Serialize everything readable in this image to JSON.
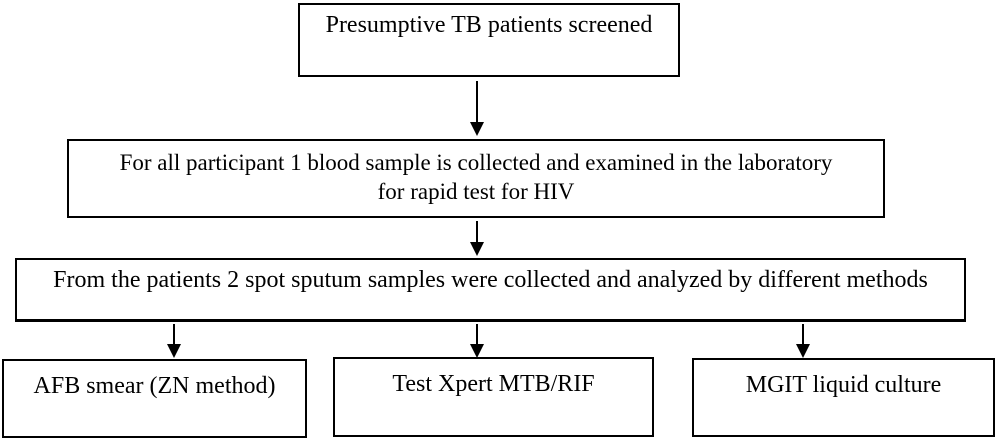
{
  "colors": {
    "border": "#000000",
    "text": "#000000",
    "background": "#ffffff",
    "arrow": "#000000"
  },
  "flowchart": {
    "nodes": [
      {
        "id": "presumptive-screened",
        "lines": [
          "Presumptive TB patients screened"
        ]
      },
      {
        "id": "blood-sample-hiv",
        "lines": [
          "For all participant 1 blood sample is collected and examined in the laboratory",
          "for rapid test for HIV"
        ]
      },
      {
        "id": "sputum-samples",
        "lines": [
          "From the patients 2 spot sputum samples were collected and analyzed by different methods"
        ]
      },
      {
        "id": "afb-smear",
        "lines": [
          "AFB smear (ZN method)"
        ]
      },
      {
        "id": "test-xpert",
        "lines": [
          "Test Xpert MTB/RIF"
        ]
      },
      {
        "id": "mgit-culture",
        "lines": [
          "MGIT liquid culture"
        ]
      }
    ],
    "edges": [
      {
        "from": "presumptive-screened",
        "to": "blood-sample-hiv"
      },
      {
        "from": "blood-sample-hiv",
        "to": "sputum-samples"
      },
      {
        "from": "sputum-samples",
        "to": "afb-smear"
      },
      {
        "from": "sputum-samples",
        "to": "test-xpert"
      },
      {
        "from": "sputum-samples",
        "to": "mgit-culture"
      }
    ]
  }
}
